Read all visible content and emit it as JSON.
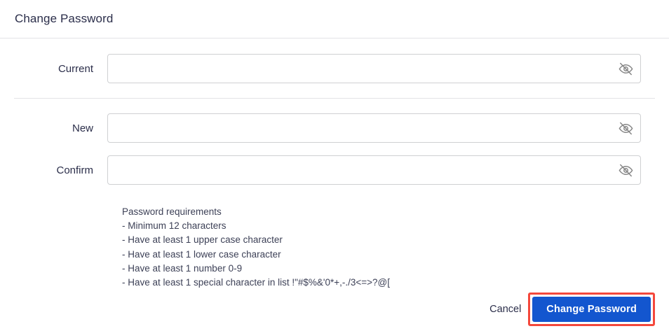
{
  "panel": {
    "title": "Change Password"
  },
  "fields": [
    {
      "label": "Current",
      "value": "",
      "placeholder": "",
      "toggle_icon": "eye-off-icon",
      "name": "current-password"
    },
    {
      "label": "New",
      "value": "",
      "placeholder": "",
      "toggle_icon": "eye-off-icon",
      "name": "new-password"
    },
    {
      "label": "Confirm",
      "value": "",
      "placeholder": "",
      "toggle_icon": "eye-off-icon",
      "name": "confirm-password"
    }
  ],
  "requirements": {
    "heading": "Password requirements",
    "items": [
      "- Minimum 12 characters",
      "- Have at least 1 upper case character",
      "- Have at least 1 lower case character",
      "- Have at least 1 number 0-9",
      "- Have at least 1 special character in list !\"#$%&'0*+,-./3<=>?@["
    ]
  },
  "footer": {
    "cancel_label": "Cancel",
    "submit_label": "Change Password"
  },
  "colors": {
    "primary_button": "#1356cf",
    "highlight_outline": "#f4483c",
    "text_dark": "#2b2e4a",
    "border": "#cfd0d2",
    "divider": "#e3e3e6"
  }
}
